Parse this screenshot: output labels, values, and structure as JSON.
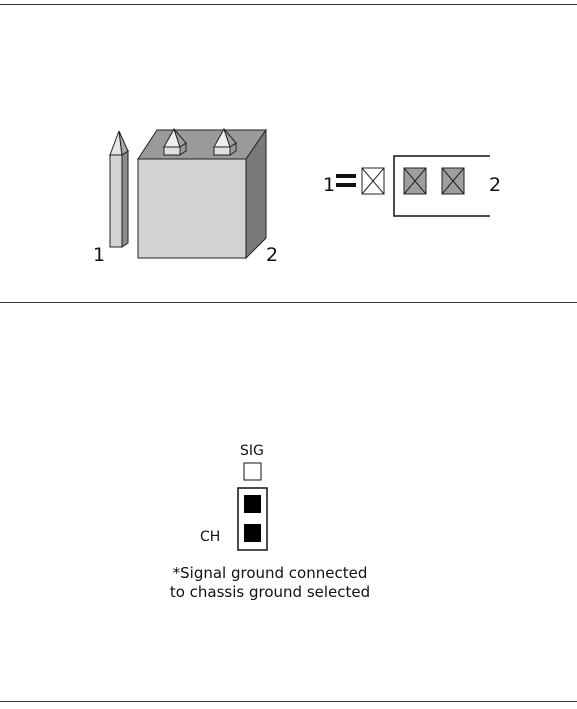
{
  "top_figure": {
    "pin_1_label": "1",
    "pin_2_label": "2",
    "symbol_pin_1_label": "1",
    "symbol_pin_2_label": "2"
  },
  "bottom_figure": {
    "sig_label": "SIG",
    "ch_label": "CH",
    "caption_line_1": "*Signal ground connected",
    "caption_line_2": "to chassis ground selected"
  },
  "colors": {
    "rule": "#333333",
    "shunt_front": "#d2d2d2",
    "shunt_top": "#9a9a9a",
    "shunt_side": "#7a7a7a",
    "pin_fill": "#e0e0e0",
    "covered_pad": "#9e9e9e",
    "shorted_pad": "#000000"
  }
}
